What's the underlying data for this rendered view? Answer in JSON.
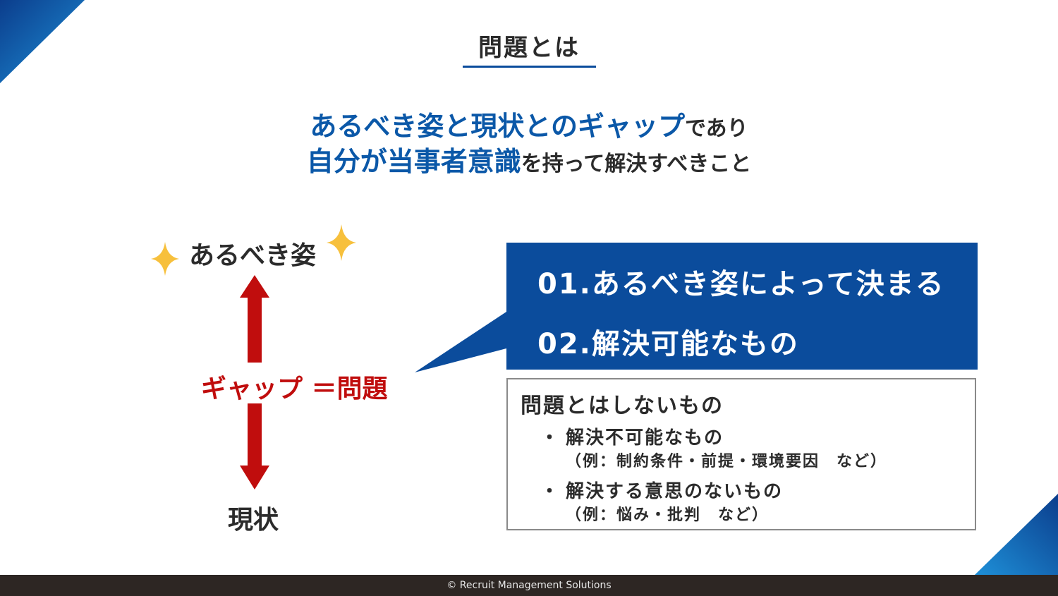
{
  "title": "問題とは",
  "definition": {
    "line1_emphasis": "あるべき姿と現状とのギャップ",
    "line1_rest": "であり",
    "line2_emphasis": "自分が当事者意識",
    "line2_rest": "を持って解決すべきこと"
  },
  "diagram": {
    "ideal": "あるべき姿",
    "gap": "ギャップ ＝問題",
    "current": "現状"
  },
  "callout": {
    "item1": "01.あるべき姿によって決まる",
    "item2": "02.解決可能なもの"
  },
  "not_problems": {
    "title": "問題とはしないもの",
    "items": [
      {
        "label": "解決不可能なもの",
        "example": "（例：制約条件・前提・環境要因　など）"
      },
      {
        "label": "解決する意思のないもの",
        "example": "（例：悩み・批判　など）"
      }
    ]
  },
  "footer": "© Recruit Management Solutions",
  "colors": {
    "accent_blue": "#0b58a8",
    "callout_blue": "#0b4c9c",
    "gap_red": "#c00d0d",
    "sparkle_yellow": "#f7c03c",
    "footer_bg": "#2d2623"
  }
}
